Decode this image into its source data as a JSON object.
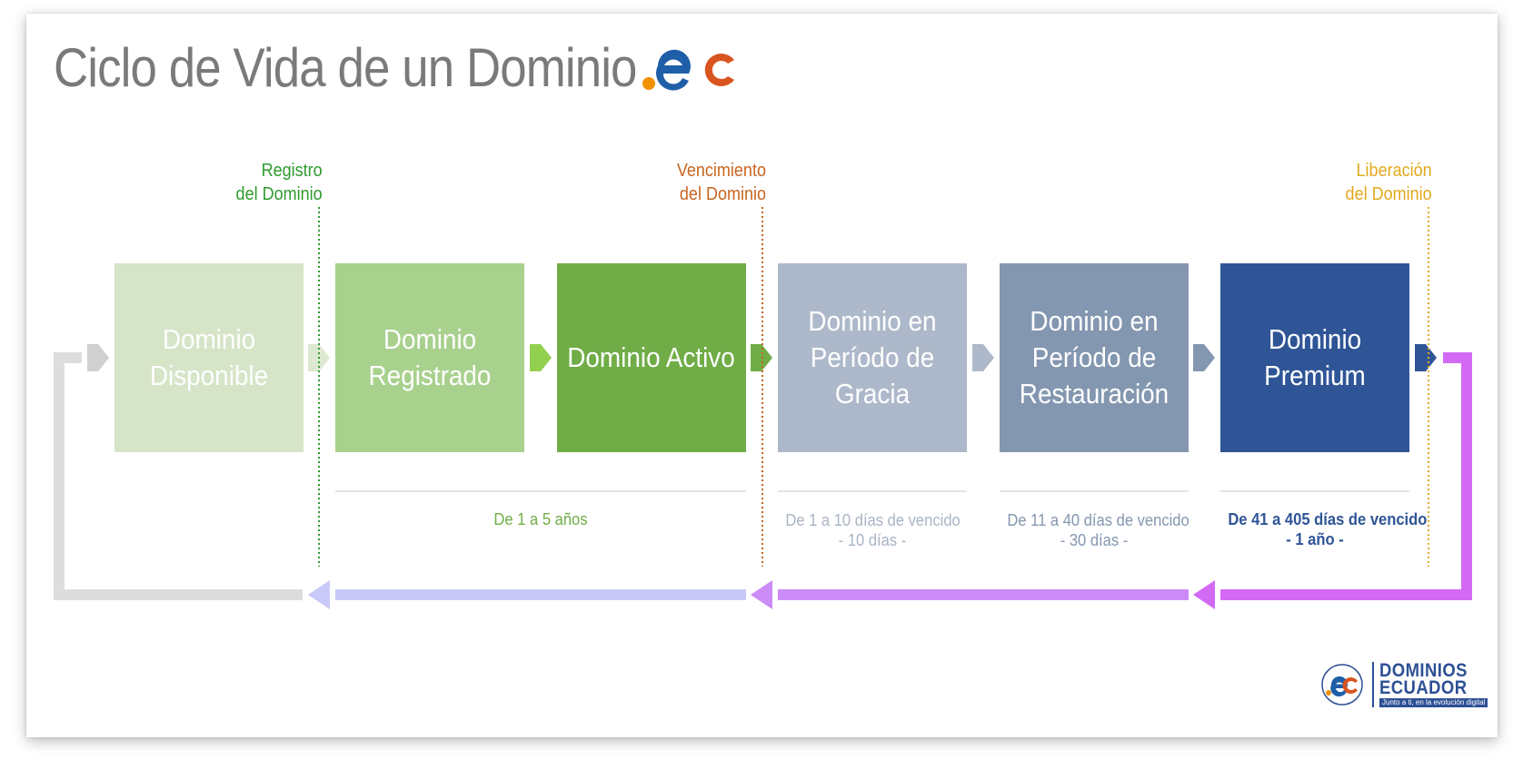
{
  "title": "Ciclo de Vida de un Dominio",
  "title_logo": {
    "text": ".ec",
    "icon": "ec-logo-icon",
    "colors": {
      "dot": "#f39200",
      "e": "#1f5fa8",
      "c": "#d9541e"
    }
  },
  "milestones": [
    {
      "line1": "Registro",
      "line2": "del Dominio",
      "color": "#2e9a2e"
    },
    {
      "line1": "Vencimiento",
      "line2": "del Dominio",
      "color": "#c8641e"
    },
    {
      "line1": "Liberación",
      "line2": "del Dominio",
      "color": "#e2a91e"
    }
  ],
  "stages": [
    {
      "label": "Dominio Disponible",
      "color": "#d6e4c8"
    },
    {
      "label": "Dominio Registrado",
      "color": "#a9d18e"
    },
    {
      "label": "Dominio Activo",
      "color": "#70ad47"
    },
    {
      "label": "Dominio en Período de Gracia",
      "color": "#adb9ca"
    },
    {
      "label": "Dominio en Período de Restauración",
      "color": "#8497b0"
    },
    {
      "label": "Dominio Premium",
      "color": "#2f5597"
    }
  ],
  "periods": [
    {
      "line1": "De 1 a 5 años",
      "line2": "",
      "color": "#70ad47"
    },
    {
      "line1": "De 1 a 10 días de vencido",
      "line2": "- 10 días -",
      "color": "#a9b4c4"
    },
    {
      "line1": "De 11 a 40 días de vencido",
      "line2": "- 30 días -",
      "color": "#8497b0"
    },
    {
      "line1": "De 41 a 405 días de vencido",
      "line2": "- 1 año -",
      "color": "#2f5597"
    }
  ],
  "brand": {
    "name_line1": "DOMINIOS",
    "name_line2": "ECUADOR",
    "tagline": "Junto a ti, en la evolución digital",
    "logo_icon": "ec-badge-icon",
    "color": "#2d5095"
  },
  "colors": {
    "return_gray": "#dddddd",
    "return_lavender": "#c9c9f9",
    "return_purple": "#cc8cf7",
    "return_magenta": "#d36af5",
    "arrow_gray": "#d0d0d0",
    "arrow_light_green": "#dde8d0",
    "arrow_green": "#92d050",
    "arrow_dark_green": "#70ad47",
    "arrow_blue_gray": "#adb9ca",
    "arrow_slate": "#8497b0",
    "arrow_navy": "#2f5597",
    "divider": "#c8c8c8"
  }
}
